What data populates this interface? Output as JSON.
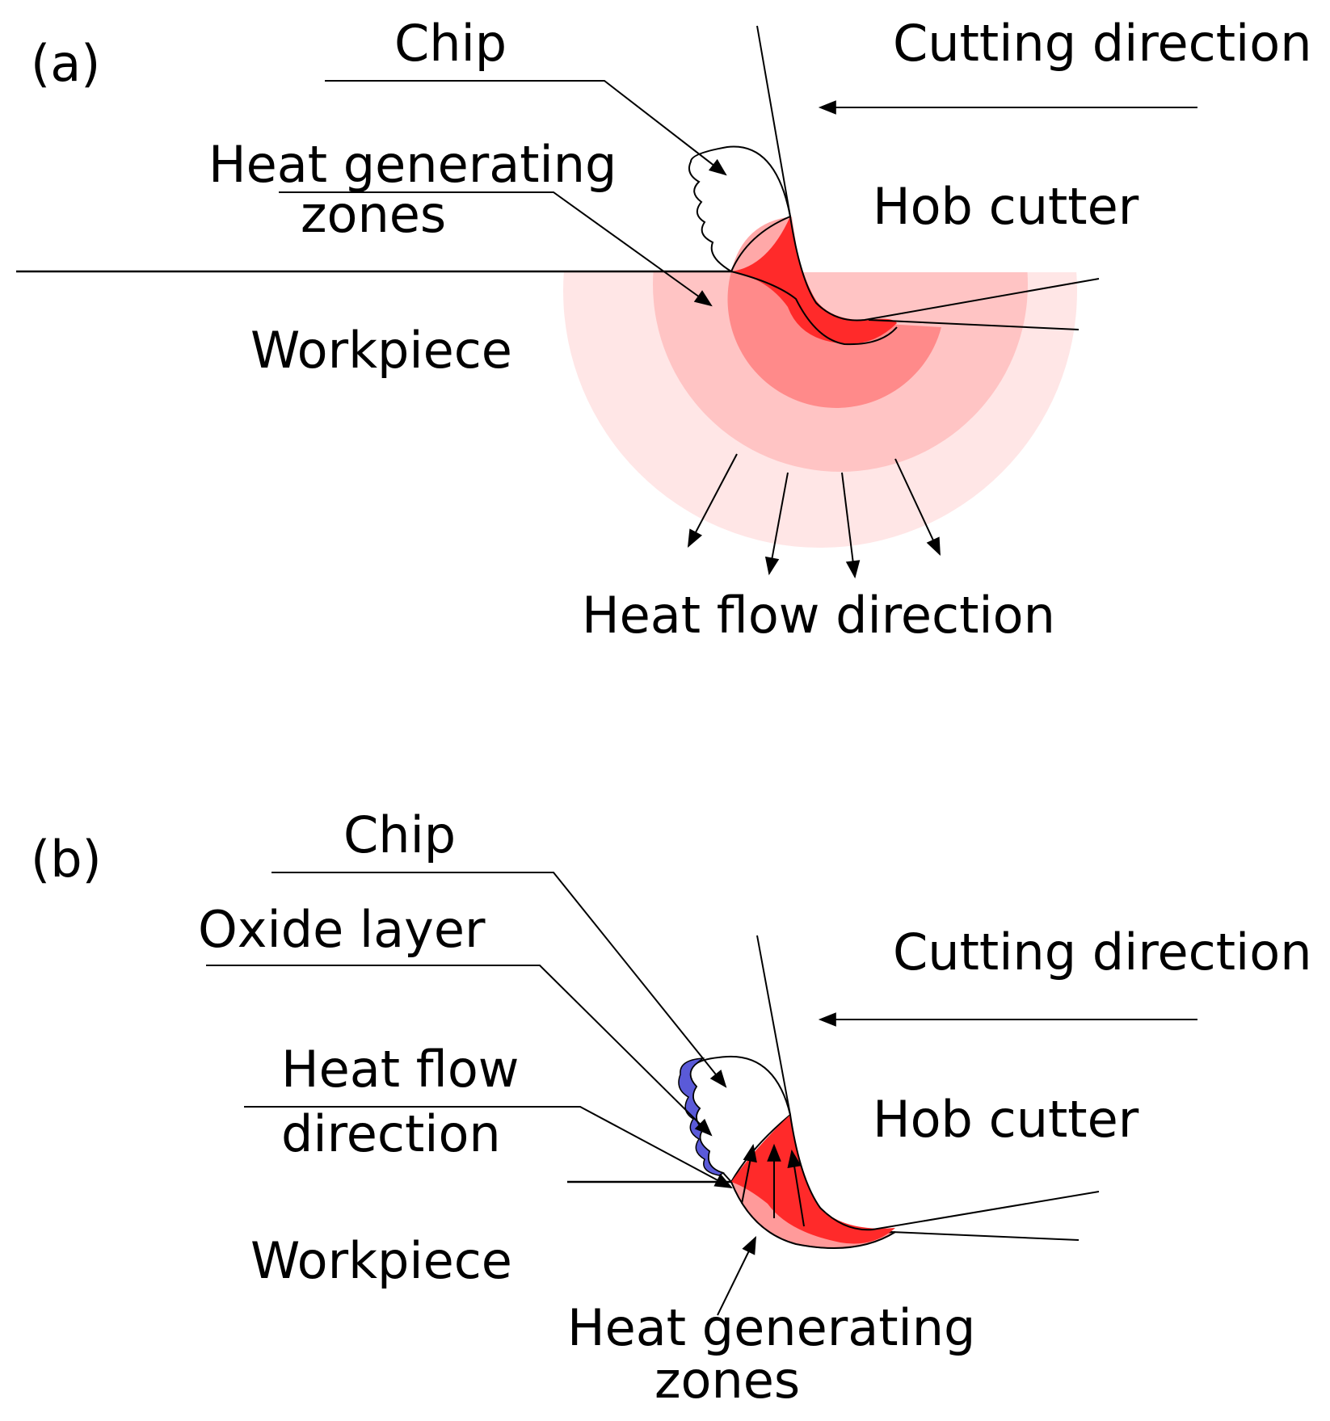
{
  "colors": {
    "hot_red": "#ff2a2a",
    "warm_red": "#ff8a8a",
    "light_pink": "#ffc4c4",
    "pale_pink": "#ffe6e6",
    "chip_pink": "#ff9a9a",
    "oxide_blue": "#5a5ad8",
    "line": "#000000",
    "background": "#ffffff"
  },
  "panel_a": {
    "label": "(a)",
    "chip": "Chip",
    "cutting_direction": "Cutting direction",
    "heat_zones_line1": "Heat generating",
    "heat_zones_line2": "zones",
    "hob_cutter": "Hob cutter",
    "workpiece": "Workpiece",
    "heat_flow": "Heat flow direction"
  },
  "panel_b": {
    "label": "(b)",
    "chip": "Chip",
    "oxide_layer": "Oxide layer",
    "cutting_direction": "Cutting direction",
    "heat_flow_line1": "Heat flow",
    "heat_flow_line2": "direction",
    "hob_cutter": "Hob cutter",
    "workpiece": "Workpiece",
    "heat_zones_line1": "Heat generating",
    "heat_zones_line2": "zones"
  }
}
